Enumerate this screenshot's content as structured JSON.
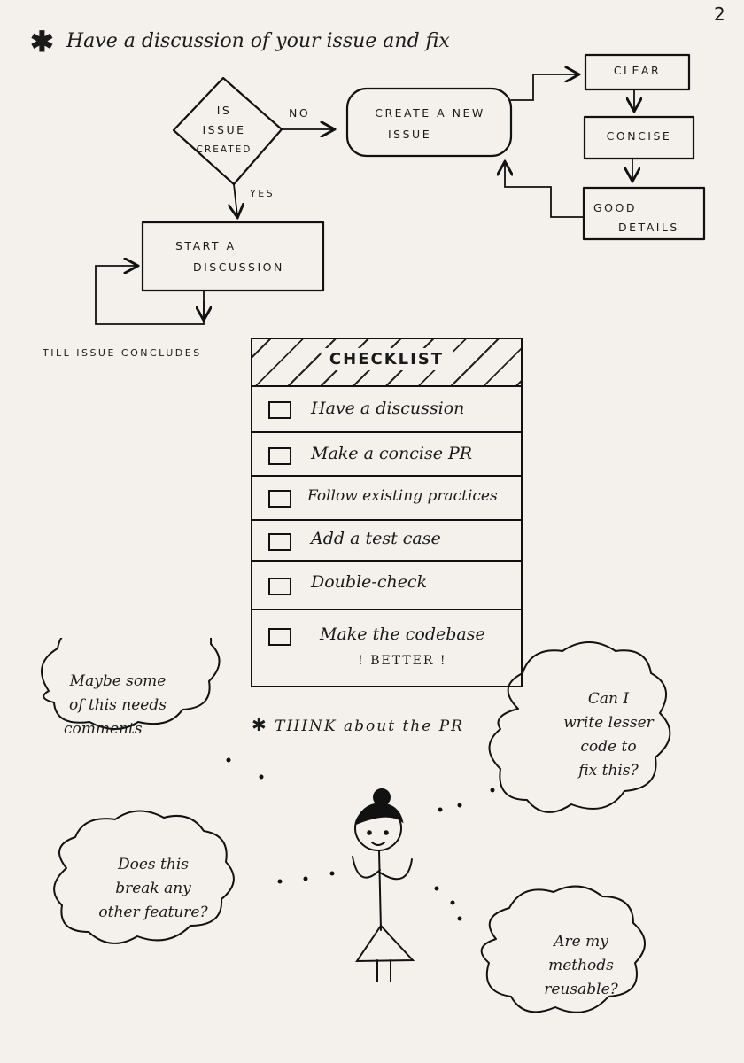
{
  "page_number": "2",
  "heading": "Have a discussion of your issue and fix",
  "flowchart": {
    "decision": "IS ISSUE CREATED",
    "decision_lines": [
      "IS",
      "ISSUE",
      "CREATED"
    ],
    "no_label": "NO",
    "yes_label": "YES",
    "create_issue_lines": [
      "CREATE A NEW",
      "ISSUE"
    ],
    "clear": "CLEAR",
    "concise": "CONCISE",
    "good_details_lines": [
      "GOOD",
      "DETAILS"
    ],
    "start_discussion_lines": [
      "START A",
      "DISCUSSION"
    ],
    "loop_label": "TILL ISSUE CONCLUDES"
  },
  "checklist": {
    "title": "CHECKLIST",
    "items": [
      "Have a discussion",
      "Make a concise PR",
      "Follow existing practices",
      "Add a test case",
      "Double-check"
    ],
    "last_item_lines": [
      "Make the codebase",
      "! BETTER !"
    ]
  },
  "think_label": "THINK about the PR",
  "thoughts": {
    "comments": [
      "Maybe some",
      "of this needs",
      "comments"
    ],
    "lesser_code": [
      "Can I",
      "write lesser",
      "code to",
      "fix this?"
    ],
    "break_feature": [
      "Does this",
      "break any",
      "other feature?"
    ],
    "reusable": [
      "Are my",
      "methods",
      "reusable?"
    ]
  }
}
